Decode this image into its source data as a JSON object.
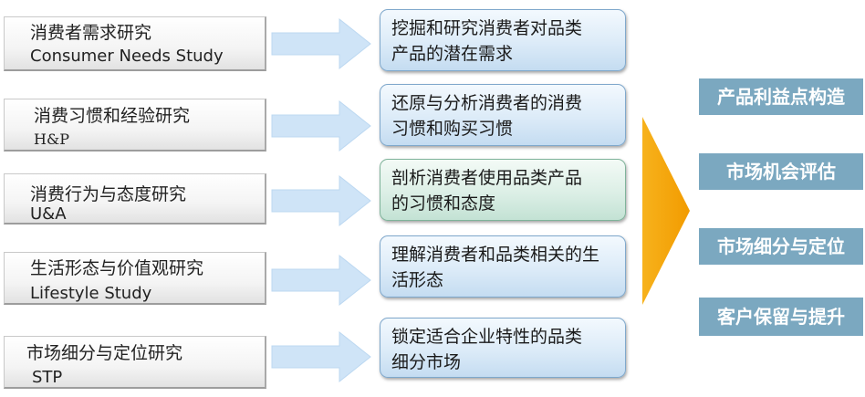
{
  "studies": [
    {
      "cn": "消费者需求研究",
      "en": "Consumer Needs Study"
    },
    {
      "cn": "消费习惯和经验研究",
      "en": "H&P"
    },
    {
      "cn": "消费行为与态度研究",
      "en": "U&A"
    },
    {
      "cn": "生活形态与价值观研究",
      "en": "Lifestyle Study"
    },
    {
      "cn": "市场细分与定位研究",
      "en": "STP"
    }
  ],
  "descriptions": [
    {
      "line1": "挖掘和研究消费者对品类",
      "line2": "产品的潜在需求"
    },
    {
      "line1": "还原与分析消费者的消费",
      "line2": "习惯和购买习惯"
    },
    {
      "line1": "剖析消费者使用品类产品",
      "line2": "的习惯和态度"
    },
    {
      "line1": "理解消费者和品类相关的生",
      "line2": "活形态"
    },
    {
      "line1": "锁定适合企业特性的品类",
      "line2": "细分市场"
    }
  ],
  "outcomes": [
    "产品利益点构造",
    "市场机会评估",
    "市场细分与定位",
    "客户保留与提升"
  ],
  "colors": {
    "arrow_fill": "#cfe4f7",
    "big_arrow_fill": "#f5a500",
    "outcome_bg": "#7ba8c0"
  }
}
